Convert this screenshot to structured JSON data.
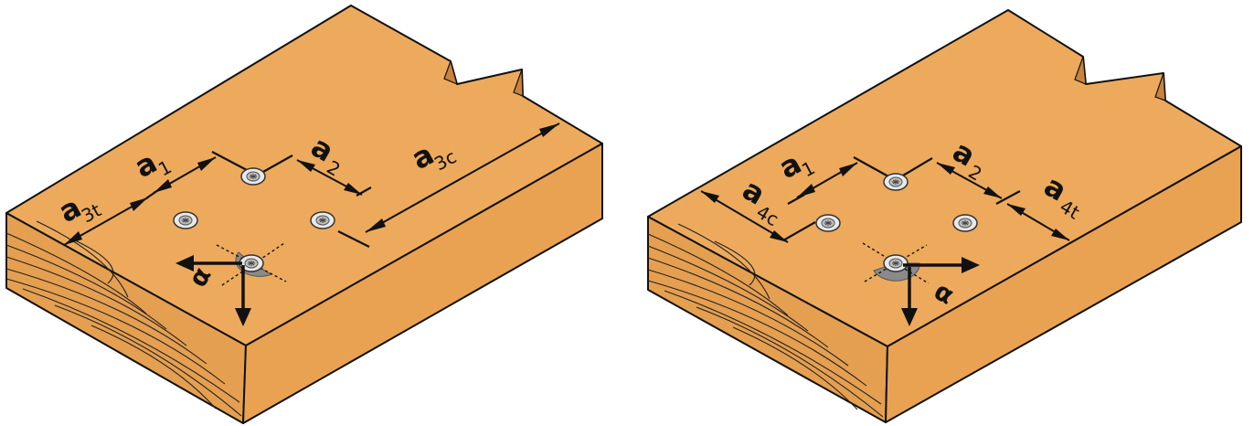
{
  "left_diagram": {
    "labels": {
      "a1": {
        "main": "a",
        "sub": "1"
      },
      "a2": {
        "main": "a",
        "sub": "2"
      },
      "a3c": {
        "main": "a",
        "sub": "3c"
      },
      "a3t": {
        "main": "a",
        "sub": "3t"
      },
      "alpha": "α"
    }
  },
  "right_diagram": {
    "labels": {
      "a1": {
        "main": "a",
        "sub": "1"
      },
      "a2": {
        "main": "a",
        "sub": "2"
      },
      "a4c": {
        "main": "a",
        "sub": "4c"
      },
      "a4t": {
        "main": "a",
        "sub": "4t"
      },
      "alpha": "α"
    }
  },
  "colors": {
    "wood": "#EDAA5C",
    "outline": "#111111",
    "screw": "#E9E9E9",
    "angle_sector": "#8A8A8A"
  }
}
